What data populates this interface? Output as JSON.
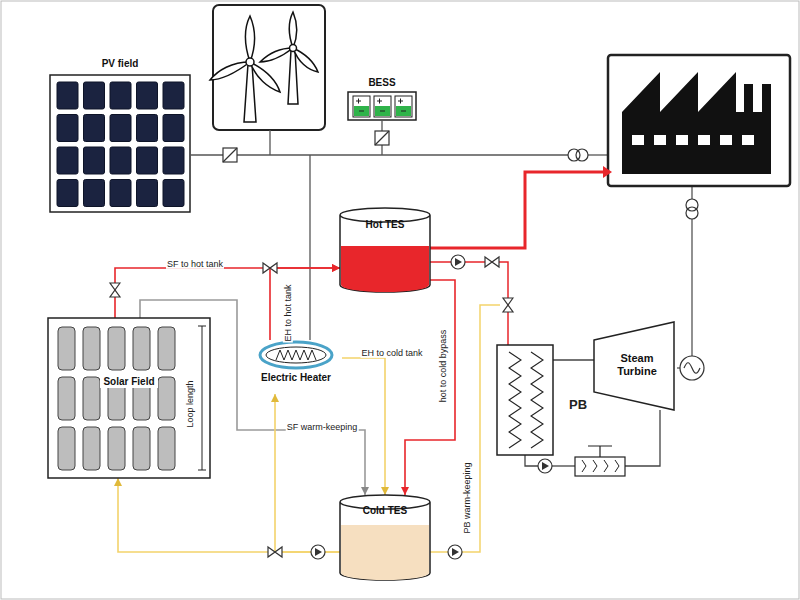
{
  "diagram": {
    "nodes": [
      {
        "text": [
          "PV field"
        ]
      },
      {
        "text": [
          "BESS"
        ]
      },
      {
        "text": [
          "Hot TES"
        ]
      },
      {
        "text": [
          "Solar Field"
        ]
      },
      {
        "text": [
          "Electric Heater"
        ]
      },
      {
        "text": [
          "Steam Turbine"
        ]
      },
      {
        "text": [
          "Cold TES"
        ]
      }
    ],
    "edges": [
      {
        "from": 3,
        "to": 2,
        "arrow": "to",
        "label": "SF to hot tank"
      },
      {
        "from": 4,
        "to": 2,
        "arrow": "to",
        "label": "EH to hot tank"
      },
      {
        "from": 4,
        "to": 6,
        "arrow": "to",
        "label": "EH to cold tank"
      },
      {
        "from": 3,
        "to": 6,
        "arrow": "to",
        "label": "SF warm-keeping"
      },
      {
        "from": 2,
        "to": 6,
        "arrow": "to",
        "label": "hot to cold bypass"
      },
      {
        "from": 6,
        "to": 3,
        "arrow": "to"
      },
      {
        "from": 6,
        "to": 4,
        "arrow": "to"
      }
    ],
    "labels": [
      "Loop length",
      "PB",
      "PB warm-keeping"
    ]
  }
}
